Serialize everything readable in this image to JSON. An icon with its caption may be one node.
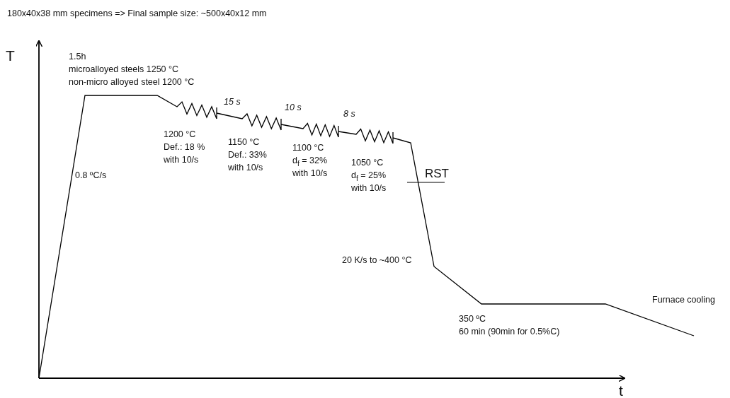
{
  "diagram": {
    "title": "180x40x38 mm specimens => Final sample size: ~500x40x12 mm",
    "labels": [
      "T",
      "1.5h",
      "microalloyed steels 1250 °C",
      "non-micro alloyed steel 1200 °C",
      "15 s",
      "10 s",
      "8 s",
      "1200 °C",
      "Def.: 18 %",
      "with 10/s",
      "1150 °C",
      "Def.: 33%",
      "with 10/s",
      "1100 °C",
      "d$_{f}$ = 32%",
      "with 10/s",
      "1050 °C",
      "d$_{f}$ = 25%",
      "RST",
      "with 10/s",
      "0.8  ºC/s",
      "20 K/s to ~400 °C",
      "Furnace cooling",
      "350 ºC",
      "60 min (90min for 0.5%C)",
      "t"
    ]
  }
}
